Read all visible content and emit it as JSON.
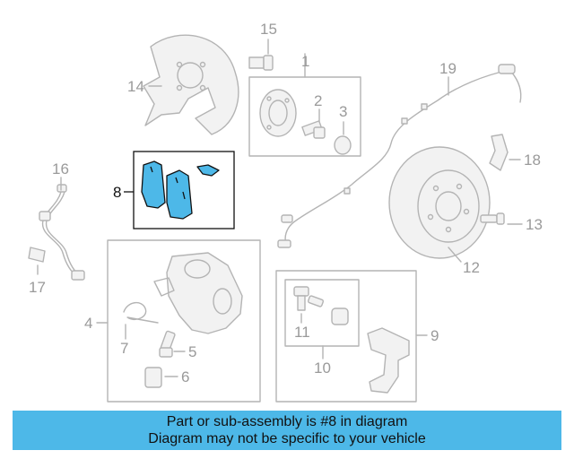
{
  "callouts": {
    "c1": "1",
    "c2": "2",
    "c3": "3",
    "c4": "4",
    "c5": "5",
    "c6": "6",
    "c7": "7",
    "c8": "8",
    "c9": "9",
    "c10": "10",
    "c11": "11",
    "c12": "12",
    "c13": "13",
    "c14": "14",
    "c15": "15",
    "c16": "16",
    "c17": "17",
    "c18": "18",
    "c19": "19"
  },
  "highlighted_part": "8",
  "colors": {
    "highlight": "#4db8e8",
    "line": "#b4b4b4",
    "text_gray": "#9a9a9a"
  },
  "banner": {
    "line1": "Part or sub-assembly is #8 in diagram",
    "line2": "Diagram may not be specific to your vehicle"
  }
}
